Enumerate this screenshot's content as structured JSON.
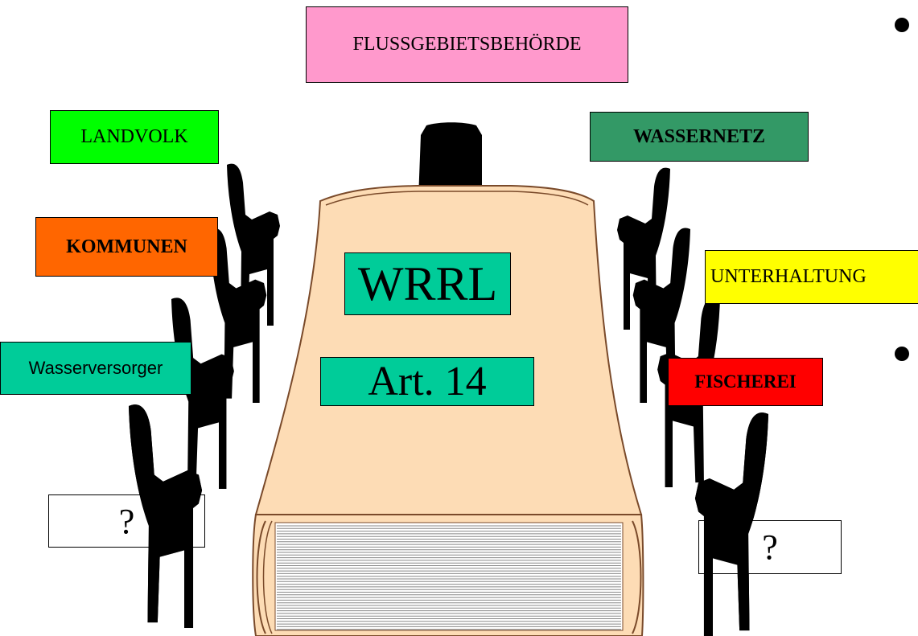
{
  "labels": {
    "authority": "FLUSSGEBIETSBEHÖRDE",
    "landvolk": "LANDVOLK",
    "wassernetz": "WASSERNETZ",
    "kommunen": "KOMMUNEN",
    "unterhaltung": "UNTERHALTUNG",
    "wasserversorger": "Wasserversorger",
    "fischerei": "FISCHEREI",
    "unknown_left": "?",
    "unknown_right": "?"
  },
  "book": {
    "title": "WRRL",
    "article": "Art. 14"
  },
  "colors": {
    "authority": "#ff99cc",
    "landvolk": "#00ff00",
    "wassernetz": "#339966",
    "kommunen": "#ff6600",
    "unterhaltung": "#ffff00",
    "wasserversorger": "#00cc99",
    "fischerei": "#ff0000",
    "book": "#fddcb5",
    "chair": "#000000"
  },
  "icons": {
    "chair": "chair-icon",
    "book": "book-icon",
    "bullet": "bullet-icon"
  }
}
